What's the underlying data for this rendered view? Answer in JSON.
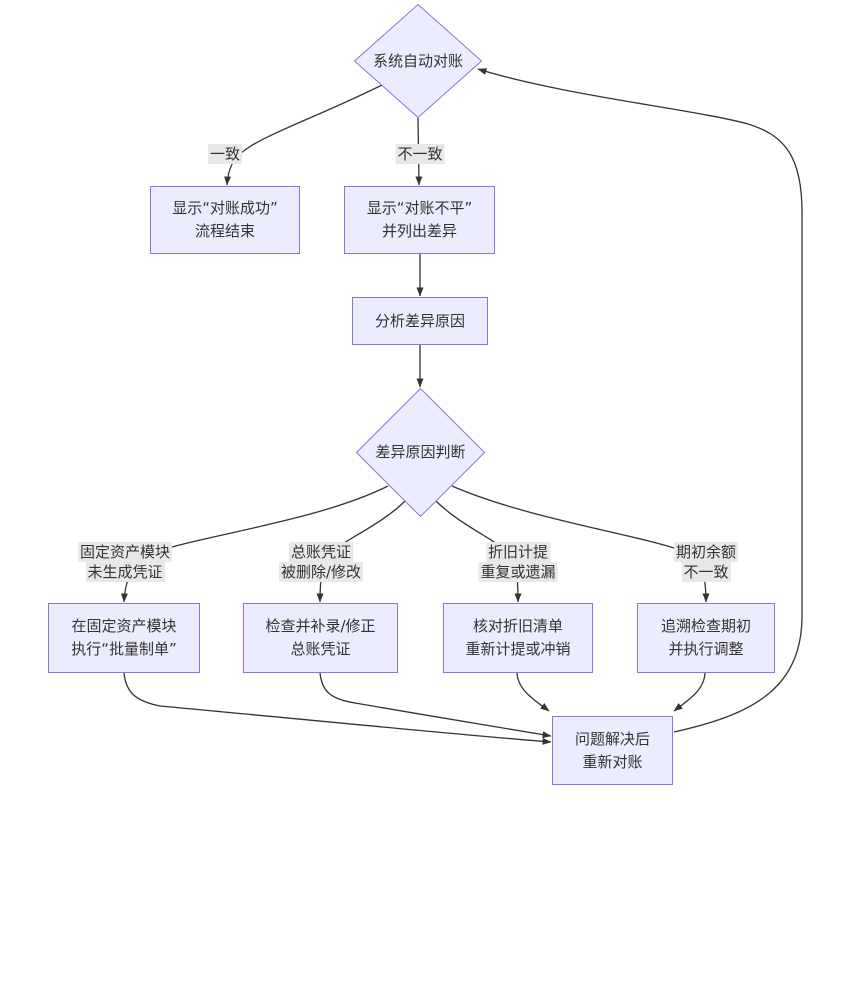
{
  "diagram": {
    "colors": {
      "node_fill": "#ECECFF",
      "node_border": "#9370DB",
      "edge": "#333333",
      "label_bg": "#e8e8e8",
      "text": "#333333"
    },
    "nodes": {
      "auto_check": {
        "lines": [
          "系统自动对账"
        ]
      },
      "success": {
        "lines": [
          "显示“对账成功”",
          "流程结束"
        ]
      },
      "unbalanced": {
        "lines": [
          "显示“对账不平”",
          "并列出差异"
        ]
      },
      "analyze": {
        "lines": [
          "分析差异原因"
        ]
      },
      "judge": {
        "lines": [
          "差异原因判断"
        ]
      },
      "fixed_asset": {
        "lines": [
          "在固定资产模块",
          "执行“批量制单”"
        ]
      },
      "ledger": {
        "lines": [
          "检查并补录/修正",
          "总账凭证"
        ]
      },
      "depreciation": {
        "lines": [
          "核对折旧清单",
          "重新计提或冲销"
        ]
      },
      "opening": {
        "lines": [
          "追溯检查期初",
          "并执行调整"
        ]
      },
      "recheck": {
        "lines": [
          "问题解决后",
          "重新对账"
        ]
      }
    },
    "edge_labels": {
      "consistent": {
        "lines": [
          "一致"
        ]
      },
      "inconsistent": {
        "lines": [
          "不一致"
        ]
      },
      "fa_no_voucher": {
        "lines": [
          "固定资产模块",
          "未生成凭证"
        ]
      },
      "gl_deleted": {
        "lines": [
          "总账凭证",
          "被删除/修改"
        ]
      },
      "dep_dup": {
        "lines": [
          "折旧计提",
          "重复或遗漏"
        ]
      },
      "opening_diff": {
        "lines": [
          "期初余额",
          "不一致"
        ]
      }
    }
  }
}
